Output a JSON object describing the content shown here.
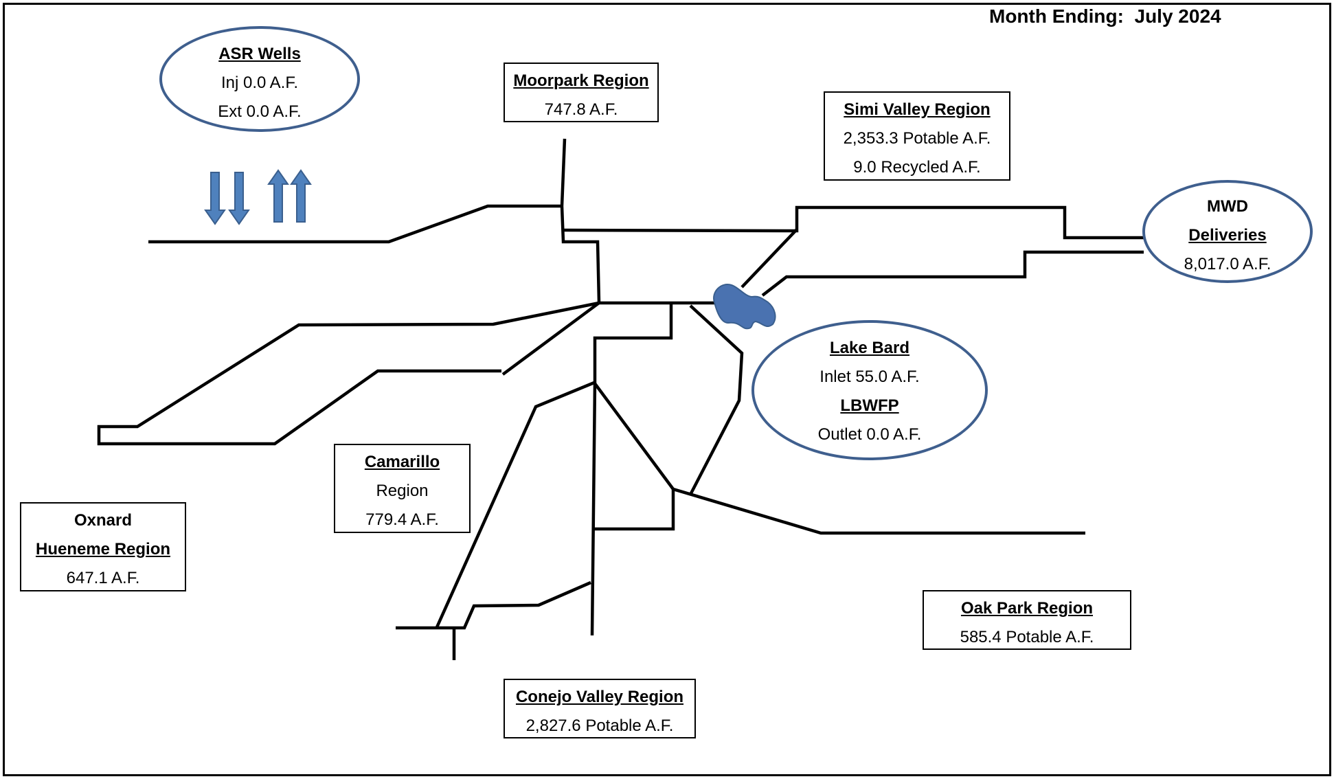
{
  "header": {
    "label": "Month Ending:",
    "value": "July 2024"
  },
  "asr": {
    "title": "ASR Wells",
    "inj": "Inj 0.0 A.F.",
    "ext": "Ext 0.0 A.F."
  },
  "moorpark": {
    "title": "Moorpark Region",
    "value": "747.8 A.F."
  },
  "simi": {
    "title": "Simi Valley Region",
    "potable": "2,353.3 Potable A.F.",
    "recycled": "9.0 Recycled A.F."
  },
  "mwd": {
    "line1": "MWD",
    "line2": "Deliveries",
    "value": "8,017.0 A.F."
  },
  "lake_bard": {
    "title": "Lake Bard",
    "inlet": "Inlet 55.0 A.F.",
    "plant": "LBWFP",
    "outlet": "Outlet 0.0 A.F."
  },
  "camarillo": {
    "title": "Camarillo",
    "line2": "Region",
    "value": "779.4 A.F."
  },
  "oxnard": {
    "line1": "Oxnard",
    "line2": "Hueneme Region",
    "value": "647.1 A.F."
  },
  "oak_park": {
    "title": "Oak Park Region",
    "value": "585.4 Potable A.F."
  },
  "conejo": {
    "title": "Conejo Valley Region",
    "value": "2,827.6 Potable A.F."
  },
  "colors": {
    "line": "#000000",
    "ellipse_border": "#3f5f8e",
    "arrow_fill": "#4f81bd",
    "lake_fill": "#4a72b0"
  },
  "icons": [
    "down-arrow-icon",
    "up-arrow-icon",
    "lake-shape-icon"
  ]
}
